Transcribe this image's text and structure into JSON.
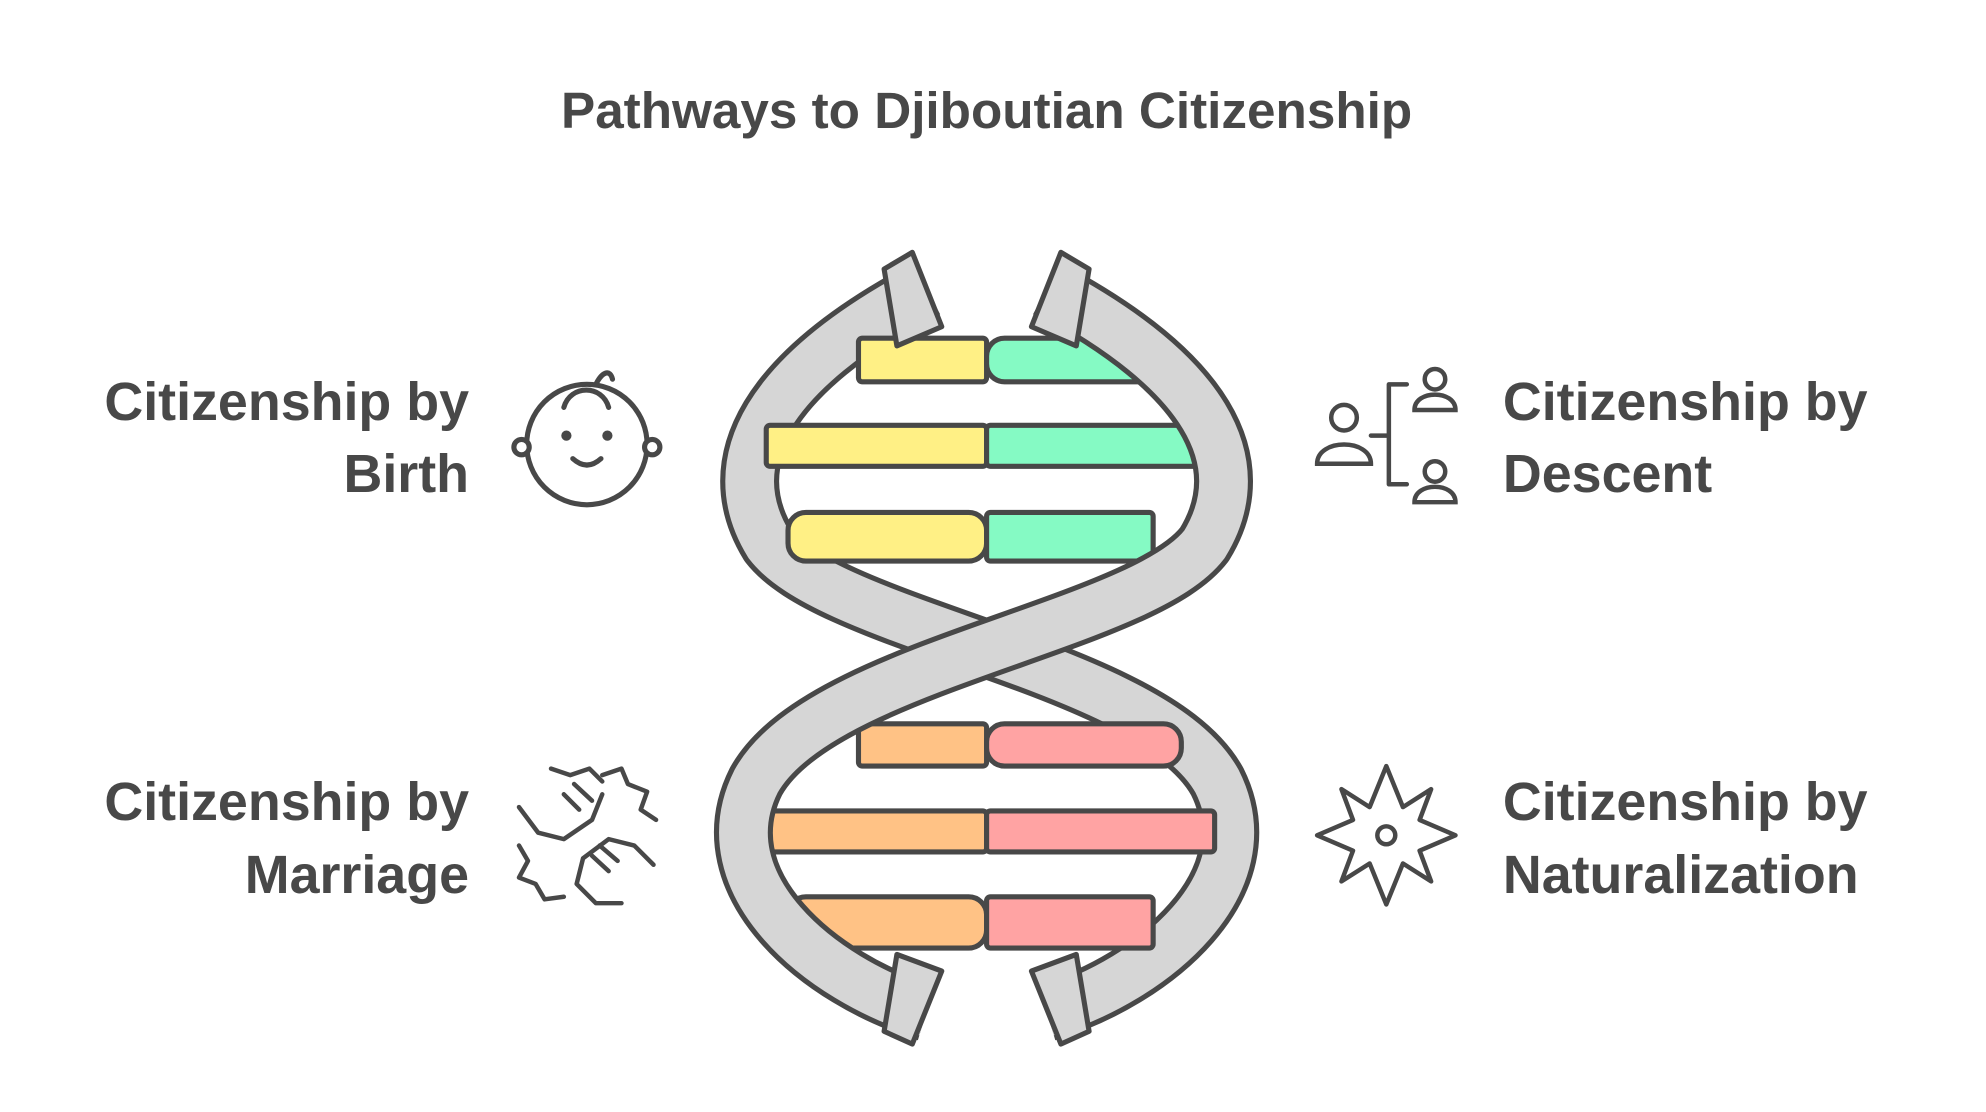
{
  "title": "Pathways to Djiboutian Citizenship",
  "pathways": [
    {
      "line1": "Citizenship by",
      "line2": "Birth",
      "icon": "baby-face-icon"
    },
    {
      "line1": "Citizenship by",
      "line2": "Descent",
      "icon": "family-tree-icon"
    },
    {
      "line1": "Citizenship by",
      "line2": "Marriage",
      "icon": "handshake-icon"
    },
    {
      "line1": "Citizenship by",
      "line2": "Naturalization",
      "icon": "compass-star-icon"
    }
  ],
  "colors": {
    "yellow": "#fff085",
    "green": "#85fac4",
    "orange": "#ffc285",
    "pink": "#ffa3a3",
    "ribbon": "#d6d6d6",
    "outline": "#484848"
  }
}
